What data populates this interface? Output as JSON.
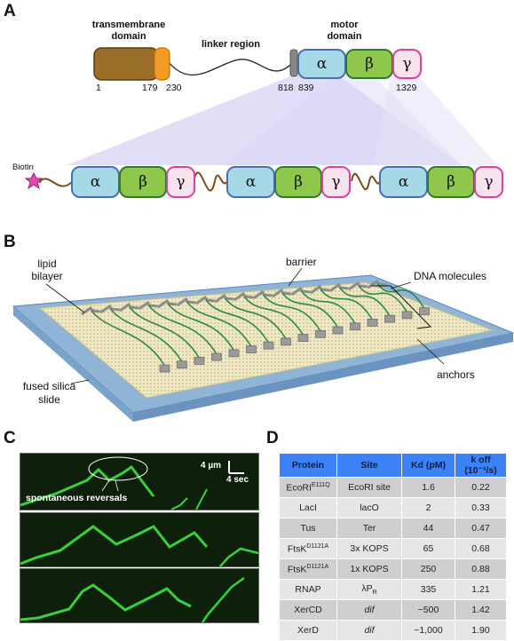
{
  "panels": {
    "a": "A",
    "b": "B",
    "c": "C",
    "d": "D"
  },
  "panel_a": {
    "transmembrane": "transmembrane domain",
    "linker": "linker region",
    "motor": "motor domain",
    "residues": [
      "1",
      "179",
      "230",
      "818",
      "839",
      "1329"
    ],
    "biotin": "Biotin",
    "alpha": "α",
    "beta": "β",
    "gamma": "γ"
  },
  "panel_b": {
    "lipid_bilayer": "lipid bilayer",
    "barrier": "barrier",
    "dna_molecules": "DNA molecules",
    "fused_silica": "fused silica slide",
    "anchors": "anchors"
  },
  "panel_c": {
    "scale_distance": "4 µm",
    "scale_time": "4 sec",
    "annotation": "spontaneous reversals"
  },
  "panel_d": {
    "headers": [
      "Protein",
      "Site",
      "Kd (pM)",
      "k off (10⁻³/s)"
    ],
    "rows": [
      {
        "protein": "EcoRI",
        "sup": "E111Q",
        "site": "EcoRI site",
        "site_sub": "",
        "kd": "1.6",
        "koff": "0.22"
      },
      {
        "protein": "LacI",
        "sup": "",
        "site": "lacO",
        "site_sub": "",
        "kd": "2",
        "koff": "0.33"
      },
      {
        "protein": "Tus",
        "sup": "",
        "site": "Ter",
        "site_sub": "",
        "kd": "44",
        "koff": "0.47"
      },
      {
        "protein": "FtsK",
        "sup": "D1121A",
        "site": "3x KOPS",
        "site_sub": "",
        "kd": "65",
        "koff": "0.68"
      },
      {
        "protein": "FtsK",
        "sup": "D1121A",
        "site": "1x KOPS",
        "site_sub": "",
        "kd": "250",
        "koff": "0.88"
      },
      {
        "protein": "RNAP",
        "sup": "",
        "site": "λP",
        "site_sub": "R",
        "kd": "335",
        "koff": "1.21"
      },
      {
        "protein": "XerCD",
        "sup": "",
        "site": "dif",
        "site_sub": "",
        "kd": "~500",
        "koff": "1.42"
      },
      {
        "protein": "XerD",
        "sup": "",
        "site": "dif",
        "site_sub": "",
        "kd": "~1,000",
        "koff": "1.90"
      }
    ]
  },
  "colors": {
    "alpha_fill": "#a6d9e6",
    "beta_fill": "#8fc74c",
    "gamma_fill": "#f7e2ee",
    "transmembrane": "#9a6d28",
    "linker_cap": "#f59a22",
    "table_header": "#3b82f6",
    "kymograph_signal": "#39d13a",
    "silica": "#8fb4d6"
  }
}
